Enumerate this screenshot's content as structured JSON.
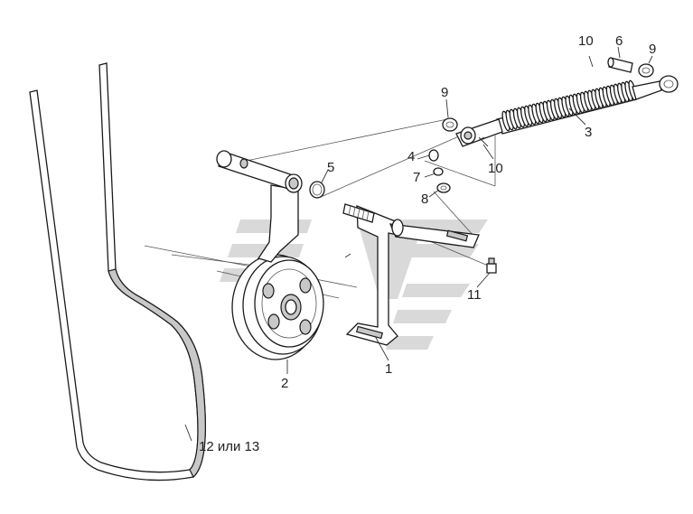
{
  "callouts": {
    "c1": "1",
    "c2": "2",
    "c3": "3",
    "c4": "4",
    "c5": "5",
    "c6": "6",
    "c7": "7",
    "c8": "8",
    "c9a": "9",
    "c9b": "9",
    "c10a": "10",
    "c10b": "10",
    "c11": "11",
    "c12": "12 или 13"
  },
  "colors": {
    "line": "#1a1a1a",
    "part_fill": "#ffffff",
    "shade": "#c8c8c8",
    "watermark": "#d9d9d9"
  },
  "icons": {
    "watermark": "striped-logo-watermark"
  }
}
